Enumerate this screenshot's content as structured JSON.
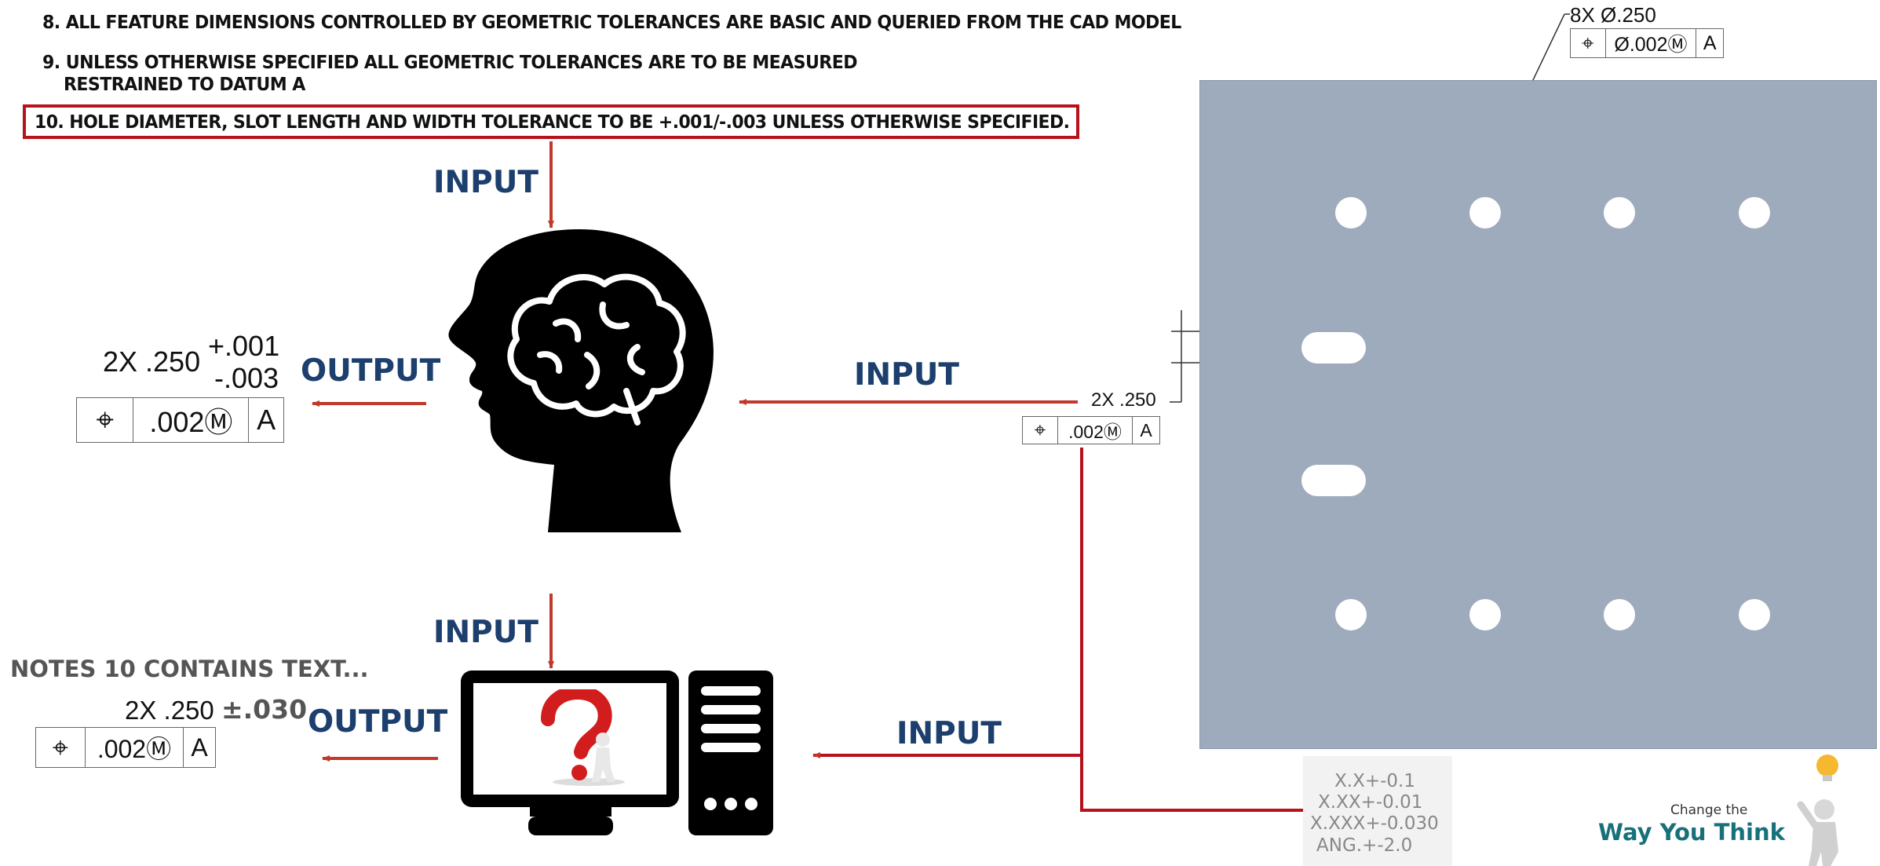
{
  "notes": {
    "note8": "8. ALL FEATURE DIMENSIONS CONTROLLED BY GEOMETRIC TOLERANCES ARE BASIC AND QUERIED FROM THE CAD MODEL",
    "note9_line1": "9. UNLESS OTHERWISE SPECIFIED ALL GEOMETRIC TOLERANCES ARE TO BE MEASURED",
    "note9_line2": "RESTRAINED TO DATUM A",
    "note10": "10. HOLE DIAMETER, SLOT LENGTH AND WIDTH TOLERANCE TO BE +.001/-.003 UNLESS OTHERWISE SPECIFIED."
  },
  "labels": {
    "input_top": "INPUT",
    "output_brain": "OUTPUT",
    "input_brain_right": "INPUT",
    "input_computer_top": "INPUT",
    "output_computer": "OUTPUT",
    "input_computer_right": "INPUT",
    "notes_contains": "NOTES 10 CONTAINS  TEXT..."
  },
  "brain_output": {
    "dimension": "2X .250",
    "upper_tol": "+.001",
    "lower_tol": "-.003",
    "fcf": {
      "symbol": "⌖",
      "tolerance": ".002Ⓜ",
      "datum": "A"
    }
  },
  "computer_output": {
    "dimension": "2X .250",
    "tol": "±.030",
    "fcf": {
      "symbol": "⌖",
      "tolerance": ".002Ⓜ",
      "datum": "A"
    }
  },
  "drawing": {
    "holes_callout": "8X Ø.250",
    "holes_fcf": {
      "symbol": "⌖",
      "tolerance": "Ø.002Ⓜ",
      "datum": "A"
    },
    "slots_callout": "2X .250",
    "slots_fcf": {
      "symbol": "⌖",
      "tolerance": ".002Ⓜ",
      "datum": "A"
    }
  },
  "title_block_tolerances": [
    "X.X+-0.1",
    "X.XX+-0.01",
    "X.XXX+-0.030",
    "ANG.+-2.0"
  ],
  "logo": {
    "line1": "Change the",
    "line2": "Way You Think"
  },
  "colors": {
    "arrow": "#c0392b",
    "connector": "#b5121b",
    "label": "#1c3f6e",
    "plate": "#9eabbd"
  },
  "icons": [
    "brain-head-icon",
    "computer-icon",
    "question-mark-icon",
    "lightbulb-figure-icon",
    "position-tolerance-icon"
  ]
}
